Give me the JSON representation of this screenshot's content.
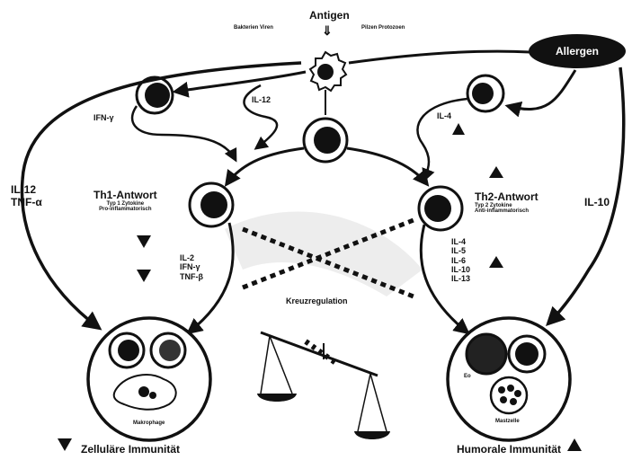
{
  "top": {
    "antigen": "Antigen",
    "left_caption": "Bakterien Viren",
    "right_caption": "Pilzen Protozoen"
  },
  "allergen": "Allergen",
  "il12_top": "IL-12",
  "ifn_gamma": "IFN-γ",
  "il4_top": "IL-4",
  "left_arc": [
    "IL-12",
    "TNF-α"
  ],
  "right_arc": "IL-10",
  "th1": {
    "title": "Th1-Antwort",
    "line1": "Typ 1 Zytokine",
    "line2": "Pro-inflammatorisch",
    "cytokines": [
      "IL-2",
      "IFN-γ",
      "TNF-β"
    ]
  },
  "th2": {
    "title": "Th2-Antwort",
    "line1": "Typ 2 Zytokine",
    "line2": "Anti-inflammatorisch",
    "cytokines": [
      "IL-4",
      "IL-5",
      "IL-6",
      "IL-10",
      "IL-13"
    ]
  },
  "cross": "Kreuzregulation",
  "left_cells_label": "Makrophage",
  "right_cells_labels": [
    "Eo",
    "Mastzelle"
  ],
  "bottom_left": "Zelluläre Immunität",
  "bottom_right": "Humorale Immunität",
  "colors": {
    "ink": "#111111",
    "paper": "#ffffff",
    "shadow": "#cfcfcf"
  }
}
